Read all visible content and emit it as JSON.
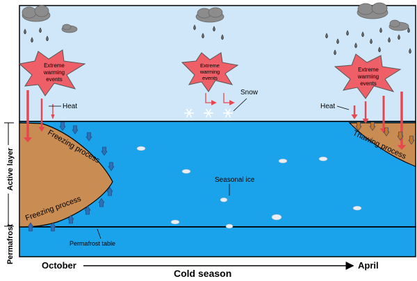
{
  "labels": {
    "extreme_warming_line1": "Extreme",
    "extreme_warming_line2": "warming",
    "extreme_warming_line3": "events",
    "heat": "Heat",
    "snow": "Snow",
    "freezing_process": "Freezing process",
    "thawing_process": "Thawing process",
    "seasonal_ice": "Seasonal ice",
    "permafrost_table": "Permafrost table",
    "active_layer": "Active layer",
    "permafrost": "Permafrost",
    "october": "October",
    "cold_season": "Cold season",
    "april": "April"
  },
  "colors": {
    "sky": "#cfe7f8",
    "water": "#1aa3ea",
    "soil": "#c98c52",
    "star": "#ee5f67",
    "heat_arrow": "#e8474f",
    "blue_arrow": "#2f6fb5",
    "orange_arrow": "#c0762f",
    "cloud": "#8c8c8c"
  },
  "icons": [
    "cloud-icon",
    "raindrop-icon",
    "warming-star-icon",
    "snowflake-icon",
    "ice-chunk-icon",
    "heat-arrow-icon",
    "freezing-arrow-icon",
    "thawing-arrow-icon"
  ]
}
